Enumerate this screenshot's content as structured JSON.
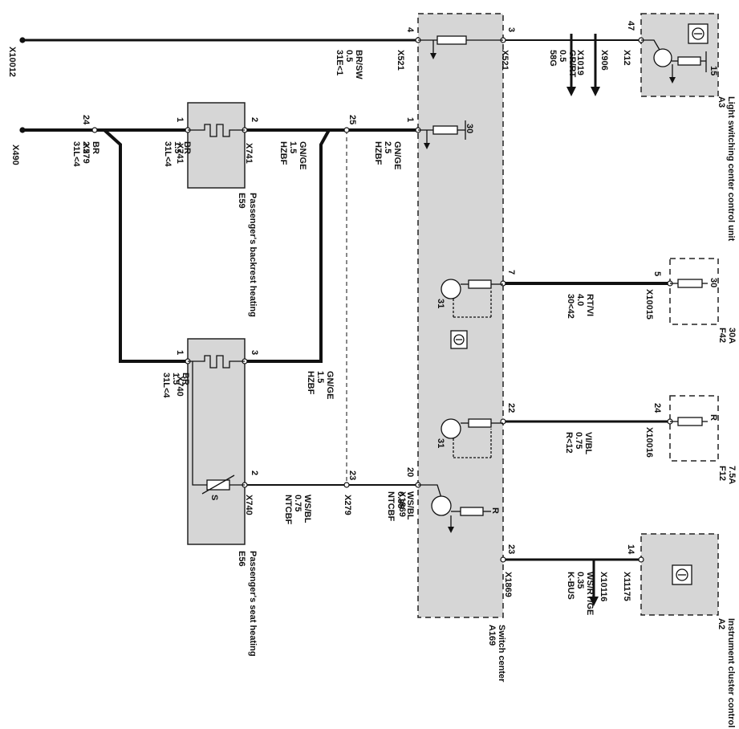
{
  "components": {
    "a3": {
      "id": "A3",
      "name": "Light switching center control unit",
      "pin_top": "47",
      "pin_term": "15"
    },
    "a169": {
      "id": "A169",
      "name": "Switch center"
    },
    "f42": {
      "id": "F42",
      "rating": "30A",
      "pin": "5",
      "term": "30"
    },
    "f12": {
      "id": "F12",
      "rating": "7.5A",
      "pin": "24",
      "term": "R"
    },
    "a2": {
      "id": "A2",
      "name": "Instrument cluster control module",
      "pin": "14"
    },
    "e59": {
      "id": "E59",
      "name": "Passenger's backrest heating",
      "pin_left": "1",
      "pin_right": "2"
    },
    "e56": {
      "id": "E56",
      "name": "Passenger's seat heating",
      "pin_left": "1",
      "pin_right": "3",
      "pin_bottom": "2"
    }
  },
  "connectors": {
    "x10012": "X10012",
    "x521_left": "X521",
    "x521_right": "X521",
    "x1019": "X1019",
    "x906": "X906",
    "x12": "X12",
    "x490": "X490",
    "x279_left": "X279",
    "x741_left": "X741",
    "x741_right": "X741",
    "x10015": "X10015",
    "x10016_mid": "X10016",
    "x740_left": "X740",
    "x740_right": "X740",
    "x279_bottom": "X279",
    "x1869_mid": "X1869",
    "x1869_bottom": "X1869",
    "x10116": "X10116",
    "x11175": "X11175"
  },
  "pins": {
    "p4": "4",
    "p3": "3",
    "p24": "24",
    "p25": "25",
    "p1": "1",
    "p7": "7",
    "p22": "22",
    "p23a": "23",
    "p20": "20",
    "p23b": "23",
    "p30": "30",
    "p31a": "31",
    "p31b": "31",
    "pR": "R",
    "pS": "S"
  },
  "wires": {
    "w1": [
      "31E<1",
      "0.5",
      "BR/SW"
    ],
    "w2": [
      "58G",
      "0.5",
      "GR/RT"
    ],
    "w3": [
      "31L<4",
      "2.5",
      "BR"
    ],
    "w4": [
      "31L<4",
      "1.5",
      "BR"
    ],
    "w5": [
      "HZBF",
      "1.5",
      "GN/GE"
    ],
    "w6": [
      "HZBF",
      "2.5",
      "GN/GE"
    ],
    "w7": [
      "30<42",
      "4.0",
      "RT/VI"
    ],
    "w8": [
      "31L<4",
      "1.5",
      "BR"
    ],
    "w9": [
      "HZBF",
      "1.5",
      "GN/GE"
    ],
    "w10": [
      "R<12",
      "0.75",
      "VI/BL"
    ],
    "w11": [
      "NTCBF",
      "0.75",
      "WS/BL"
    ],
    "w12": [
      "NTCBF",
      "0.35",
      "WS/BL"
    ],
    "w13": [
      "K-BUS",
      "0.35",
      "WS/RT/GE"
    ]
  }
}
